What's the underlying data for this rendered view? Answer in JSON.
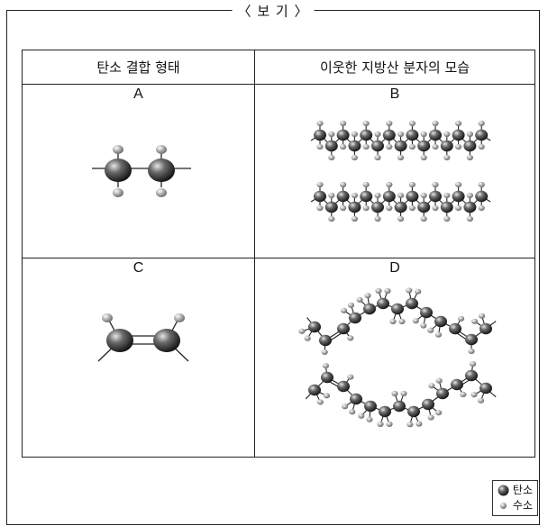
{
  "box_title": "〈 보 기 〉",
  "table": {
    "headers": [
      "탄소 결합 형태",
      "이웃한 지방산 분자의 모습"
    ],
    "labels": {
      "a": "A",
      "b": "B",
      "c": "C",
      "d": "D"
    }
  },
  "legend": {
    "carbon": "탄소",
    "hydrogen": "수소"
  },
  "colors": {
    "carbon": "#3a3a3a",
    "hydrogen": "#a8a8a8",
    "border": "#222222"
  }
}
